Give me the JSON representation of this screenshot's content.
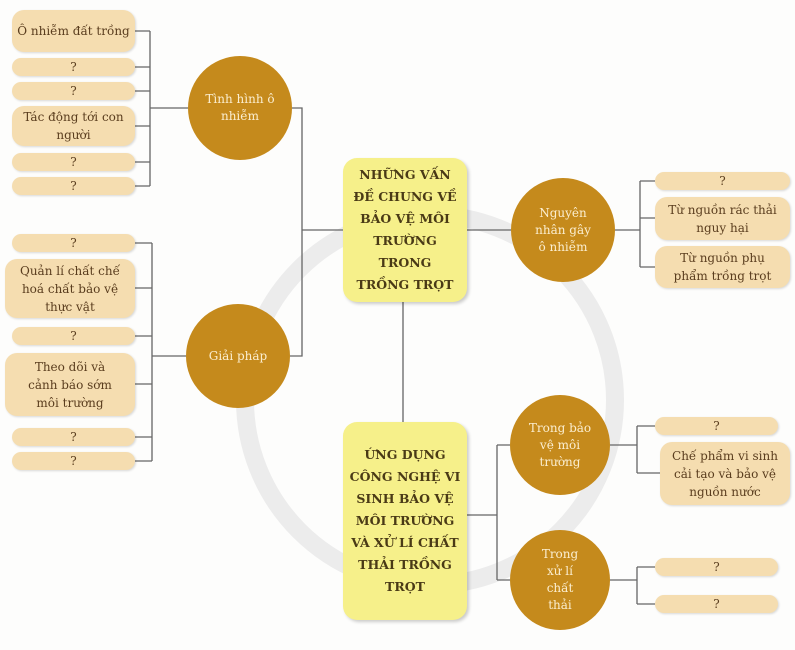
{
  "center_top": {
    "label": "NHỮNG VẤN ĐỀ CHUNG VỀ BẢO VỆ MÔI TRƯỜNG TRONG TRỒNG TRỌT"
  },
  "center_bottom": {
    "label": "ỨNG DỤNG CÔNG NGHỆ VI SINH BẢO VỆ MÔI TRƯỜNG VÀ XỬ LÍ CHẤT THẢI TRỒNG TRỌT"
  },
  "branches": {
    "pollution_status": {
      "label": "Tình hình ô nhiễm",
      "items": [
        "Ô nhiễm đất trồng",
        "?",
        "?",
        "Tác động tới con người",
        "?",
        "?"
      ]
    },
    "solutions": {
      "label": "Giải pháp",
      "items": [
        "?",
        "Quản lí chất chế hoá chất bảo vệ thực vật",
        "?",
        "Theo dõi và cảnh báo sớm môi trường",
        "?",
        "?"
      ]
    },
    "causes": {
      "label": "Nguyên nhân gây ô nhiễm",
      "items": [
        "?",
        "Từ nguồn rác thải nguy hại",
        "Từ nguồn phụ phẩm trồng trọt"
      ]
    },
    "env_protection": {
      "label": "Trong bảo vệ môi trường",
      "items": [
        "?",
        "Chế phẩm vi sinh cải tạo và bảo vệ nguồn nước"
      ]
    },
    "waste_treatment": {
      "label": "Trong xử lí chất thải",
      "items": [
        "?",
        "?"
      ]
    }
  },
  "colors": {
    "circle": "#c58a1c",
    "leaf": "#f5ddb0",
    "core": "#f6f08a",
    "line": "#666666"
  }
}
